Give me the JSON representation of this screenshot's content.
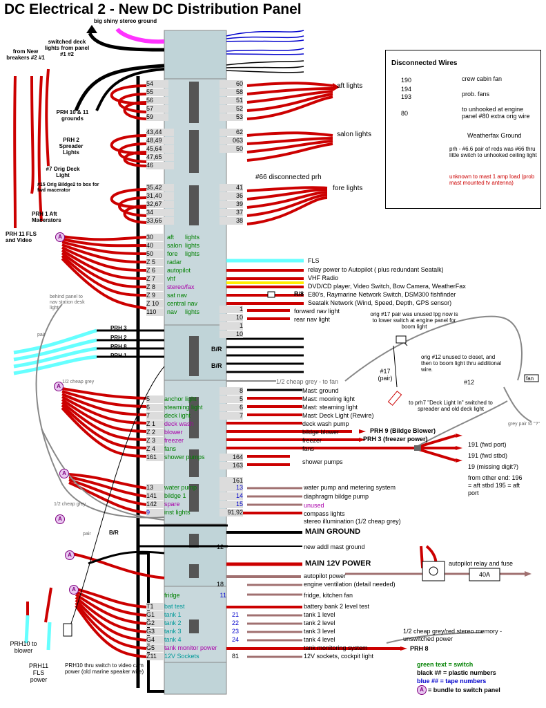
{
  "title": "DC Electrical 2 - New DC Distribution Panel",
  "top": {
    "ground": "big shiny stereo ground",
    "deck_lights": "switched deck lights from panel #1    #2",
    "breakers": "from New breakers #2    #1",
    "aft_lights": "aft lights",
    "salon_lights": "salon lights",
    "fore_lights": "fore lights",
    "disc66": "#66 disconnected prh"
  },
  "left_notes": {
    "prh1011": "PRH 10 & 11 grounds",
    "prh2": "PRH 2 Spreader Lights",
    "orig7": "#7 Orig Deck Light",
    "orig15": "#15 Orig Bildge2 to box for fwd macerator",
    "prh1": "PRH 1 Aft Macerators",
    "prh11": "PRH 11 FLS and Video",
    "behind": "behind panel to nav station desk light",
    "pair": "pair",
    "halfgrey": "1/2 cheap grey",
    "halfgrey2": "1/2 cheap grey",
    "pair2": "pair",
    "br": "B/R",
    "prh3": "PRH 3",
    "prh2b": "PRH 2",
    "prh8": "PRH 8",
    "prh1b": "PRH 1",
    "prh10blow": "PRH10 to blower",
    "prh11fls": "PRH11 FLS power",
    "prh10cam": "PRH10 thru switch to video cam power (old marine speaker wire)",
    "a": "A"
  },
  "legend": {
    "heading": "Disconnected Wires",
    "r1n": "190",
    "r1t": "crew cabin fan",
    "r2n": "194",
    "r3n": "193",
    "r2t": "prob. fans",
    "r4n": "80",
    "r4t": "to unhooked at engine panel #80 extra orig wire",
    "r5t": "Weatherfax Ground",
    "r6t": "prh - #6.6 pair of reds was #66 thru little switch to unhooked ceiling light",
    "r7t": "unknown to mast 1 amp load (prob mast mounted tv antenna)"
  },
  "block1": {
    "left": [
      "54",
      "55",
      "56",
      "57",
      "59"
    ],
    "right": [
      "60",
      "58",
      "51",
      "52",
      "53"
    ]
  },
  "block2": {
    "left": [
      "43,44",
      "48,49",
      "45,64",
      "47,65",
      "46"
    ],
    "right": [
      "62",
      "063",
      "50",
      "",
      ""
    ]
  },
  "block3": {
    "left": [
      "35,42",
      "31,40",
      "32,67",
      "34",
      "33,66"
    ],
    "right": [
      "41",
      "36",
      "39",
      "37",
      "38"
    ]
  },
  "panel1": {
    "rows": [
      {
        "n": "30",
        "label": "aft",
        "l2": "lights",
        "desc": ""
      },
      {
        "n": "40",
        "label": "salon",
        "l2": "lights",
        "desc": ""
      },
      {
        "n": "50",
        "label": "fore",
        "l2": "lights",
        "desc": ""
      },
      {
        "n": "Z 5",
        "label": "radar",
        "l2": "",
        "desc": "FLS"
      },
      {
        "n": "Z 6",
        "label": "autopilot",
        "l2": "",
        "desc": "relay power to Autopilot ( plus redundant Seatalk)"
      },
      {
        "n": "Z 7",
        "label": "vhf",
        "l2": "",
        "desc": "VHF Radio"
      },
      {
        "n": "Z 8",
        "label": "stereo/fax",
        "l2": "",
        "desc": "DVD/CD player, Video Switch, Bow Camera, WeatherFax"
      },
      {
        "n": "Z 9",
        "label": "sat nav",
        "l2": "",
        "desc": "E80's, Raymarine Network Switch, DSM300 fishfinder"
      },
      {
        "n": "Z 10",
        "label": "central nav",
        "l2": "",
        "desc": "Seatalk Network (Wind, Speed, Depth, GPS sensor)"
      },
      {
        "n": "110",
        "label": "nav",
        "l2": "lights",
        "desc": ""
      }
    ],
    "r8": "R/8",
    "nav1": "1",
    "nav2": "10",
    "nav3": "1",
    "nav4": "10",
    "fwd_nav": "forward nav light",
    "rear_nav": "rear nav light",
    "br1": "B/R",
    "br2": "B/R",
    "grey_fan": "1/2 cheap grey - to fan"
  },
  "panel2": {
    "rows": [
      {
        "n": "5",
        "label": "anchor light",
        "r": "5",
        "desc": "Mast: mooring light"
      },
      {
        "n": "6",
        "label": "steaming light",
        "r": "6",
        "desc": "Mast: steaming light"
      },
      {
        "n": "7",
        "label": "deck light",
        "r": "7",
        "desc": "Mast: Deck Light (Rewire)"
      },
      {
        "n": "Z 1",
        "label": "deck wash",
        "r": "",
        "desc": "deck wash pump"
      },
      {
        "n": "Z 2",
        "label": "blower",
        "r": "",
        "desc": "bildge blower"
      },
      {
        "n": "Z 3",
        "label": "freezer",
        "r": "",
        "desc": "freezer"
      },
      {
        "n": "Z 4",
        "label": "fans",
        "r": "",
        "desc": "fans"
      },
      {
        "n": "161",
        "label": "shower pumps",
        "r": "164",
        "desc": "shower pumps"
      }
    ],
    "ground8": "8",
    "mast_ground": "Mast: ground",
    "r163": "163",
    "r161": "161",
    "prh9": "PRH 9 (Bildge Blower)",
    "prh3f": "PRH 3 (freezer power)",
    "f191a": "191 (fwd port)",
    "f191b": "191 (fwd stbd)",
    "f19": "19 (missing digit?)",
    "other_end": "from other end: 196 = aft stbd 195 = aft port"
  },
  "panel3": {
    "rows": [
      {
        "n": "13",
        "label": "water pump",
        "r": "13",
        "desc": "water pump and metering system"
      },
      {
        "n": "141",
        "label": "bildge 1",
        "r": "14",
        "desc": "diaphragm bildge pump"
      },
      {
        "n": "142",
        "label": "spare",
        "r": "15",
        "desc": "unused"
      },
      {
        "n": "9",
        "label": "inst lights",
        "r": "91,92",
        "desc": "compass lights"
      }
    ],
    "stereo_illum": "stereo illumination (1/2 cheap grey)"
  },
  "main_ground": "MAIN GROUND",
  "mast_ground_12": "12",
  "new_mast_ground": "new addl mast ground",
  "main_power": "MAIN 12V POWER",
  "ap_relay": "autopilot relay and fuse",
  "fuse": "40A",
  "r18": "18",
  "autopilot_power": "autopilot power",
  "engine_vent": "engine ventilation (detail needed)",
  "fridge": {
    "label": "fridge",
    "r": "11",
    "desc": "fridge, kitchen fan"
  },
  "panel4": {
    "rows": [
      {
        "n": "T1",
        "label": "bat test",
        "r": "",
        "desc": "battery bank 2 level test"
      },
      {
        "n": "G1",
        "label": "tank 1",
        "r": "21",
        "desc": "tank 1 level"
      },
      {
        "n": "G2",
        "label": "tank 2",
        "r": "22",
        "desc": "tank 2 level"
      },
      {
        "n": "G3",
        "label": "tank 3",
        "r": "23",
        "desc": "tank 3 level"
      },
      {
        "n": "G4",
        "label": "tank 4",
        "r": "24",
        "desc": "tank 4 level"
      },
      {
        "n": "G5",
        "label": "tank monitor power",
        "r": "",
        "desc": "tank monitoring system"
      },
      {
        "n": "Z11",
        "label": "12V  Sockets",
        "r": "81",
        "desc": "12V sockets, cockpit light"
      }
    ],
    "stereo_mem": "1/2 cheap grey/red stereo memory - unswitched power",
    "prh8": "PRH 8"
  },
  "right_notes": {
    "orig17": "orig #17 pair was unused lpg now is to lower switch at engine panel for boom light",
    "orig12": "orig #12 unused to closet, and then to boom light thru additional wire.",
    "p17": "#17 (pair)",
    "p12": "#12",
    "prh7": "to prh7 \"Deck Light In\" switched to spreader and old deck light",
    "fan": "fan",
    "grey_pair": "grey pair to \"?\""
  },
  "key": {
    "green": "green text = switch",
    "black": "black ## = plastic numbers",
    "blue": "blue ## = tape numbers",
    "bundle": "= bundle to switch panel"
  },
  "colors": {
    "wire_red": "#cc0000",
    "panel": "#c8d8dc",
    "label_bg": "#dcdcdc",
    "dark": "#555555"
  }
}
